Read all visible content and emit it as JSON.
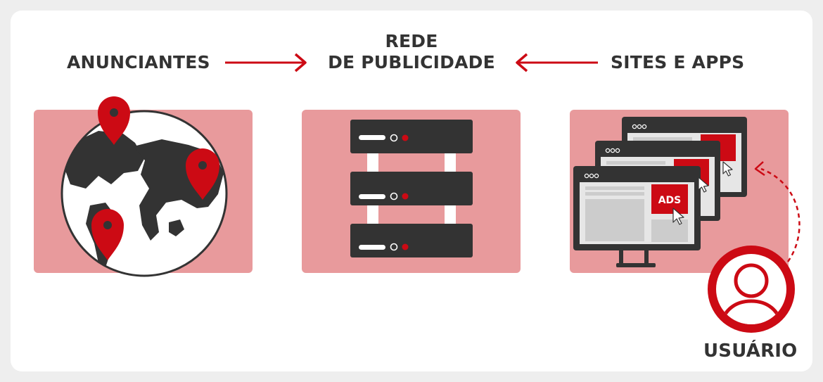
{
  "labels": {
    "advertisers": "ANUNCIANTES",
    "network_line1": "REDE",
    "network_line2": "DE PUBLICIDADE",
    "sites": "SITES E APPS",
    "user": "USUÁRIO"
  },
  "ads_badge": "ADS",
  "colors": {
    "background": "#eeeeee",
    "card": "#ffffff",
    "panel": "#e89a9c",
    "accent_red": "#cc0a14",
    "dark": "#333333",
    "screen": "#e6e6e6"
  },
  "icons": [
    "arrow-right-icon",
    "arrow-left-icon",
    "globe-icon",
    "map-pin-icon",
    "server-rack-icon",
    "monitor-icon",
    "browser-window-icon",
    "cursor-icon",
    "user-avatar-icon"
  ]
}
